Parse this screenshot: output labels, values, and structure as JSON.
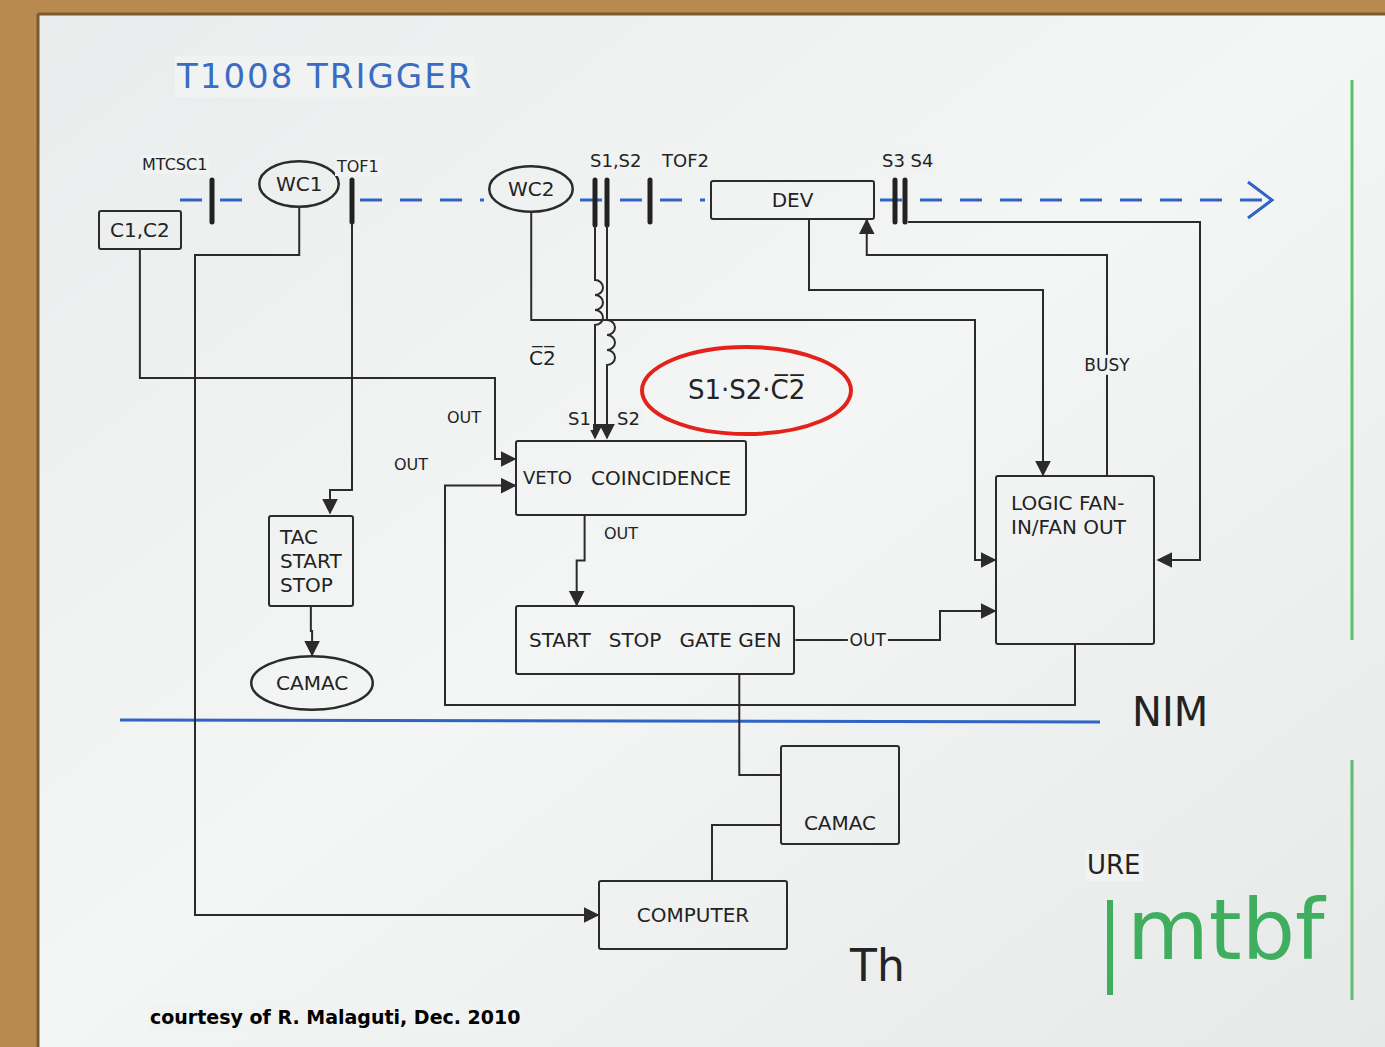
{
  "diagram": {
    "title": "T1008 TRIGGER",
    "caption": "courtesy of R. Malaguti, Dec. 2010",
    "nodes": [
      {
        "text": [
          "C1,C2"
        ]
      },
      {
        "text": [
          "WC1"
        ]
      },
      {
        "text": [
          "WC2"
        ]
      },
      {
        "text": [
          "DEV"
        ]
      },
      {
        "text": [
          "S1·S2·C̅2̅"
        ]
      },
      {
        "text": [
          "COINCIDENCE"
        ]
      },
      {
        "text": [
          "LOGIC FAN-IN/FAN OUT"
        ]
      },
      {
        "text": [
          "TAC",
          "START",
          "STOP"
        ]
      },
      {
        "text": [
          "START",
          "STOP",
          "GATE GEN"
        ]
      },
      {
        "text": [
          "CAMAC"
        ]
      },
      {
        "text": [
          "CAMAC"
        ]
      },
      {
        "text": [
          "COMPUTER"
        ]
      }
    ],
    "edges": [
      {
        "from": 0,
        "to": 5,
        "arrow": "to"
      },
      {
        "from": 2,
        "to": 6,
        "arrow": "to"
      },
      {
        "from": 5,
        "to": 8,
        "arrow": "to"
      },
      {
        "from": 8,
        "to": 6,
        "label": "OUT",
        "arrow": "to"
      },
      {
        "from": 6,
        "to": 3,
        "label": "BUSY",
        "arrow": "to"
      },
      {
        "from": 6,
        "to": 5,
        "arrow": "to"
      },
      {
        "from": 7,
        "to": 9,
        "arrow": "to"
      },
      {
        "from": 8,
        "to": 10,
        "arrow": "none"
      },
      {
        "from": 10,
        "to": 11,
        "arrow": "none"
      },
      {
        "from": 1,
        "to": 11,
        "arrow": "to"
      },
      {
        "from": 3,
        "to": 6,
        "arrow": "to"
      }
    ],
    "labels": [
      "MTCSC1",
      "TOF1",
      "S1,S2",
      "TOF2",
      "S3 S4",
      "C̅2̅",
      "S1",
      "S2",
      "OUT",
      "OUT",
      "VETO",
      "OUT",
      "NIM",
      "URE",
      "Th",
      "mtbf"
    ]
  }
}
